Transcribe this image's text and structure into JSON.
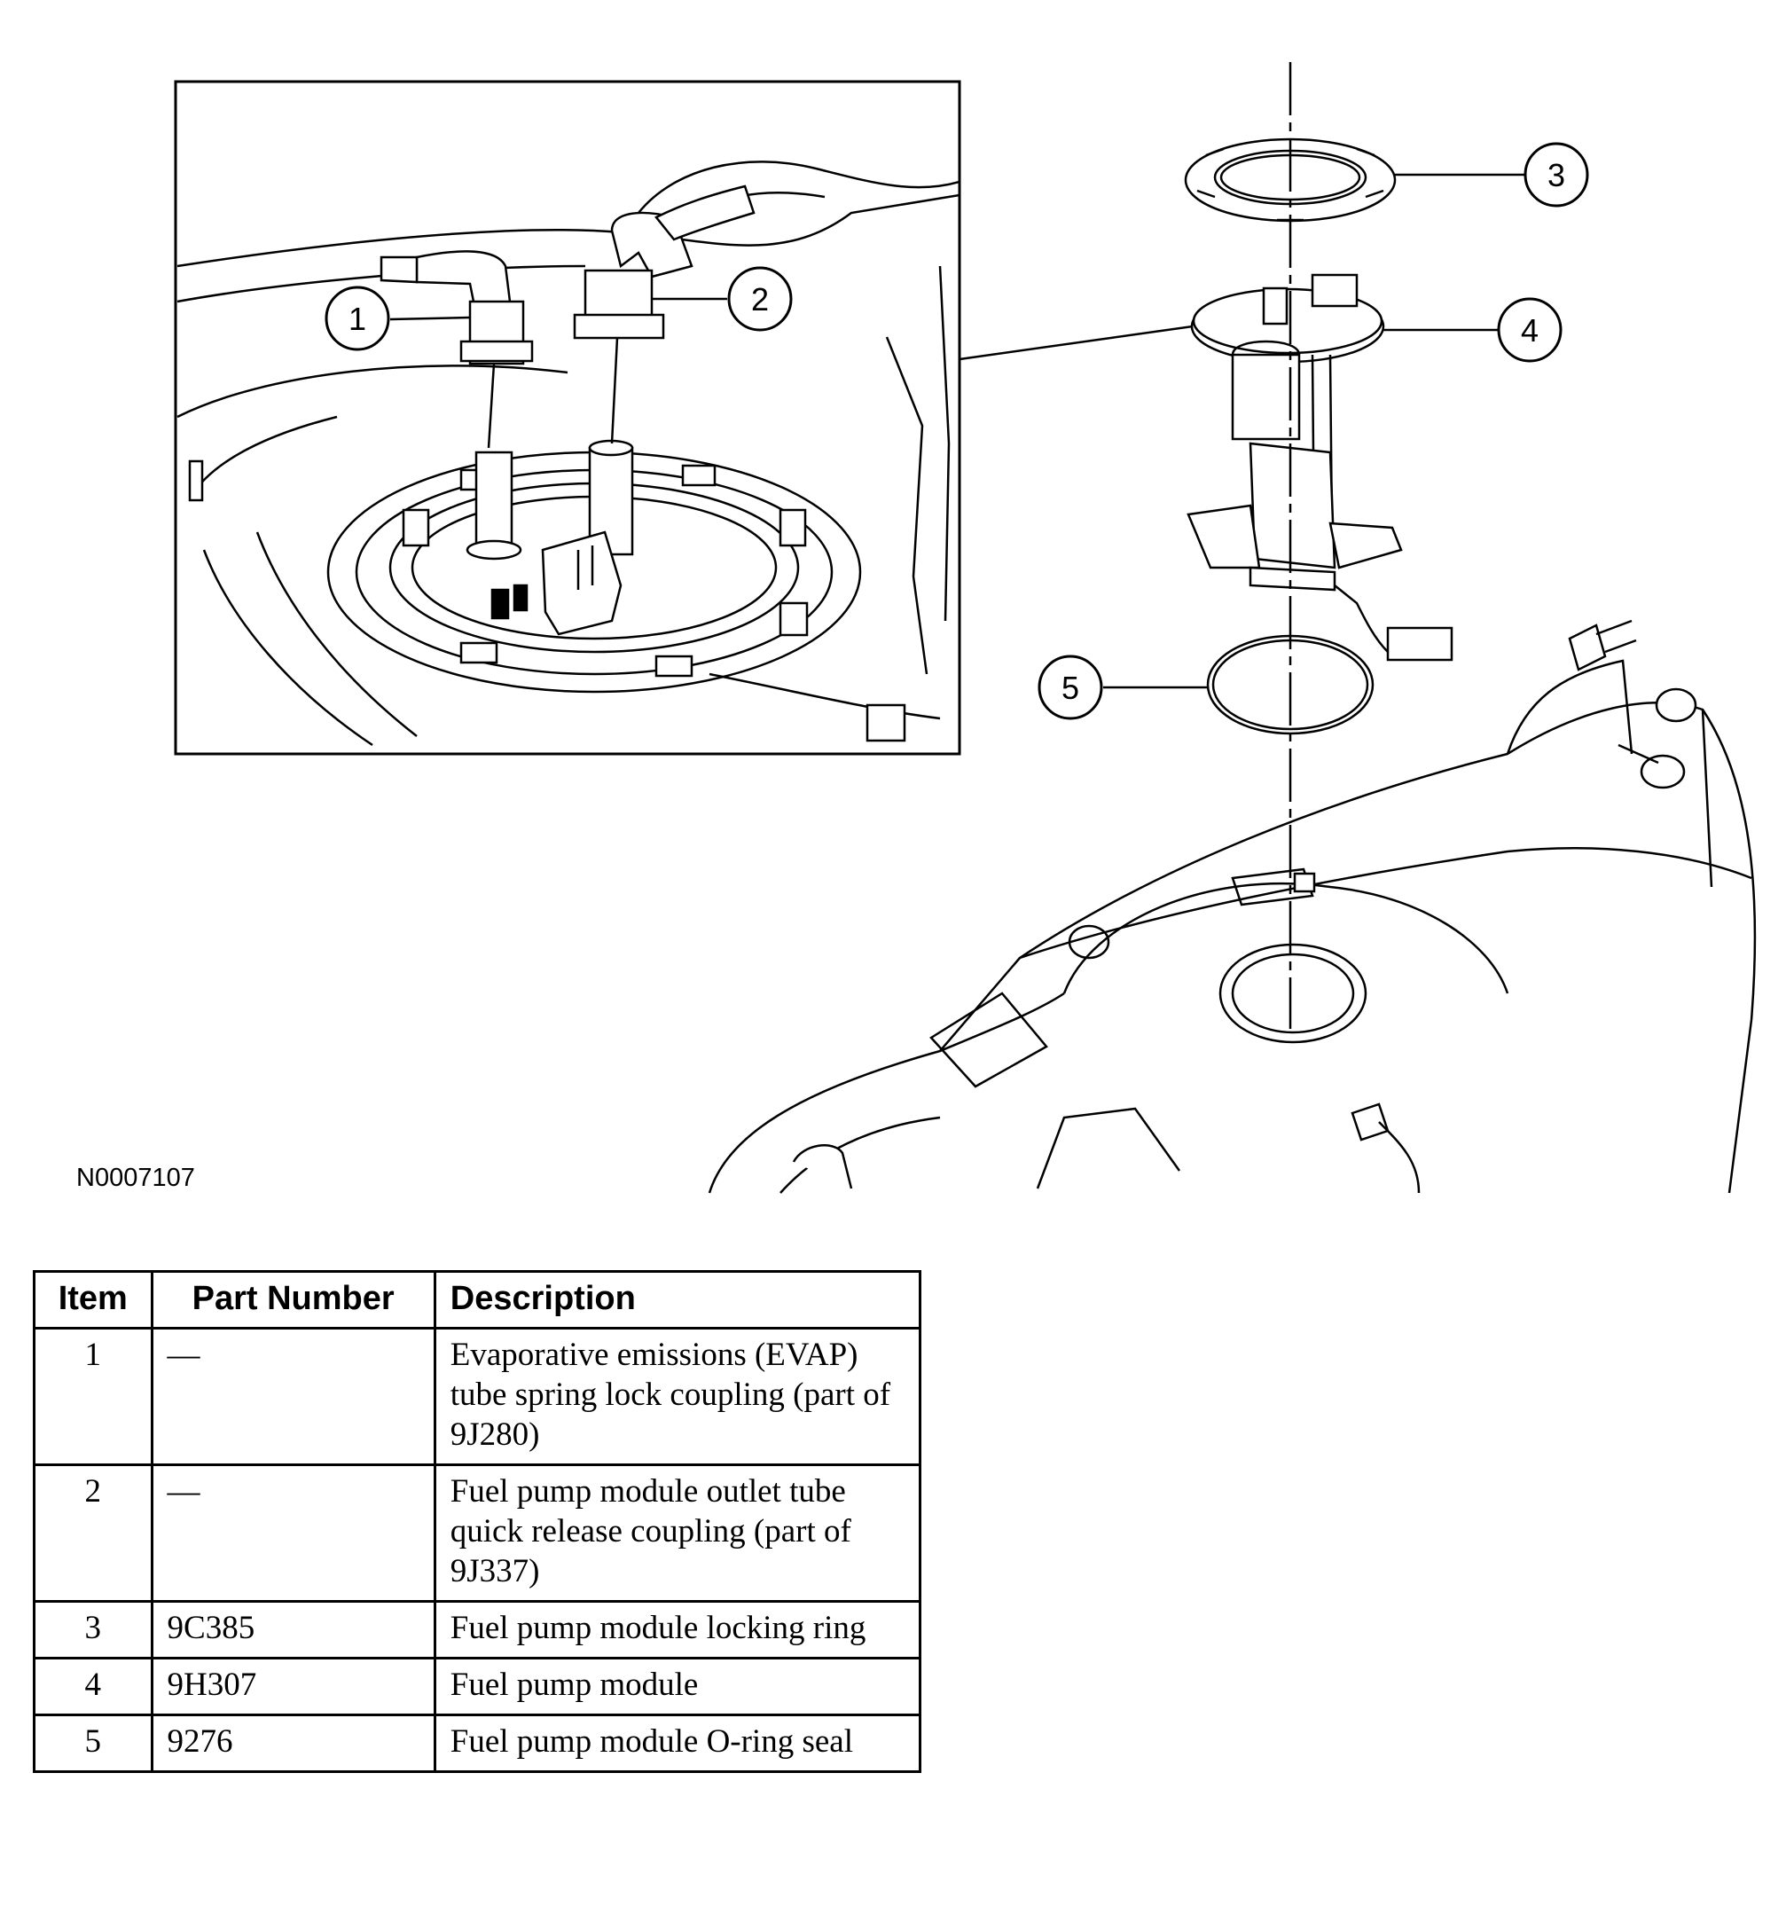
{
  "figure_id": "N0007107",
  "callouts": [
    "1",
    "2",
    "3",
    "4",
    "5"
  ],
  "table": {
    "headers": [
      "Item",
      "Part Number",
      "Description"
    ],
    "rows": [
      {
        "item": "1",
        "part": "—",
        "desc": "Evaporative emissions (EVAP) tube spring lock coupling (part of 9J280)"
      },
      {
        "item": "2",
        "part": "—",
        "desc": "Fuel pump module outlet tube quick release coupling (part of 9J337)"
      },
      {
        "item": "3",
        "part": "9C385",
        "desc": "Fuel pump module locking ring"
      },
      {
        "item": "4",
        "part": "9H307",
        "desc": "Fuel pump module"
      },
      {
        "item": "5",
        "part": "9276",
        "desc": "Fuel pump module O-ring seal"
      }
    ]
  }
}
